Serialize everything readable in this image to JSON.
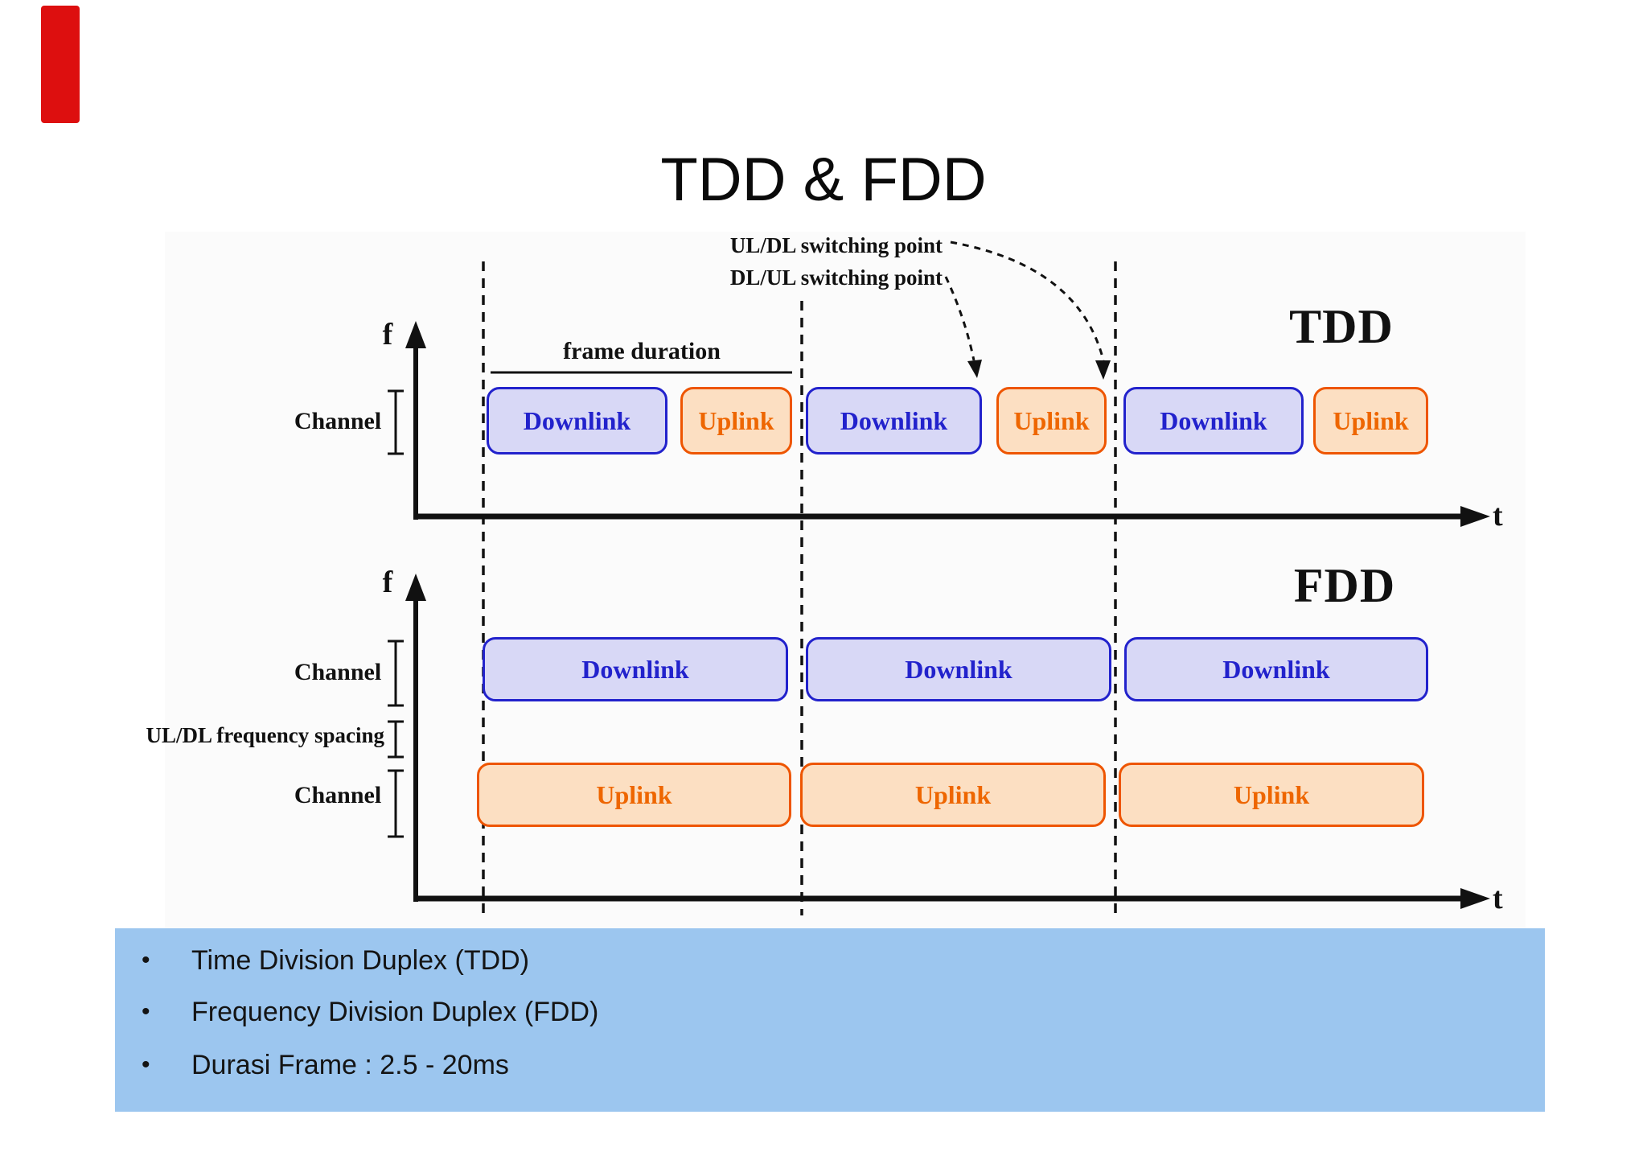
{
  "page": {
    "title": "TDD & FDD"
  },
  "tdd": {
    "section_label": "TDD",
    "f_axis_label": "f",
    "t_axis_label": "t",
    "channel_label": "Channel",
    "frame_duration_label": "frame duration",
    "ul_dl_switching_label": "UL/DL switching point",
    "dl_ul_switching_label": "DL/UL switching point",
    "blocks": [
      {
        "label": "Downlink",
        "type": "downlink"
      },
      {
        "label": "Uplink",
        "type": "uplink"
      },
      {
        "label": "Downlink",
        "type": "downlink"
      },
      {
        "label": "Uplink",
        "type": "uplink"
      },
      {
        "label": "Downlink",
        "type": "downlink"
      },
      {
        "label": "Uplink",
        "type": "uplink"
      }
    ]
  },
  "fdd": {
    "section_label": "FDD",
    "f_axis_label": "f",
    "t_axis_label": "t",
    "channel_top_label": "Channel",
    "channel_bottom_label": "Channel",
    "frequency_spacing_label": "UL/DL frequency spacing",
    "downlink_blocks": [
      {
        "label": "Downlink"
      },
      {
        "label": "Downlink"
      },
      {
        "label": "Downlink"
      }
    ],
    "uplink_blocks": [
      {
        "label": "Uplink"
      },
      {
        "label": "Uplink"
      },
      {
        "label": "Uplink"
      }
    ]
  },
  "notes": {
    "bullet": "•",
    "items": [
      "Time Division Duplex (TDD)",
      "Frequency Division Duplex (FDD)",
      "Durasi Frame : 2.5 -  20ms"
    ]
  },
  "colors": {
    "downlink_fill": "#d8d8f6",
    "downlink_border": "#2222cc",
    "downlink_text": "#2222cc",
    "uplink_fill": "#fcdfc2",
    "uplink_border": "#ee5500",
    "uplink_text": "#ee6600",
    "notes_bg": "#9cc6ef",
    "red_marker": "#dd0f0f",
    "diagram_bg": "#fbfbfb",
    "axis": "#111111"
  }
}
